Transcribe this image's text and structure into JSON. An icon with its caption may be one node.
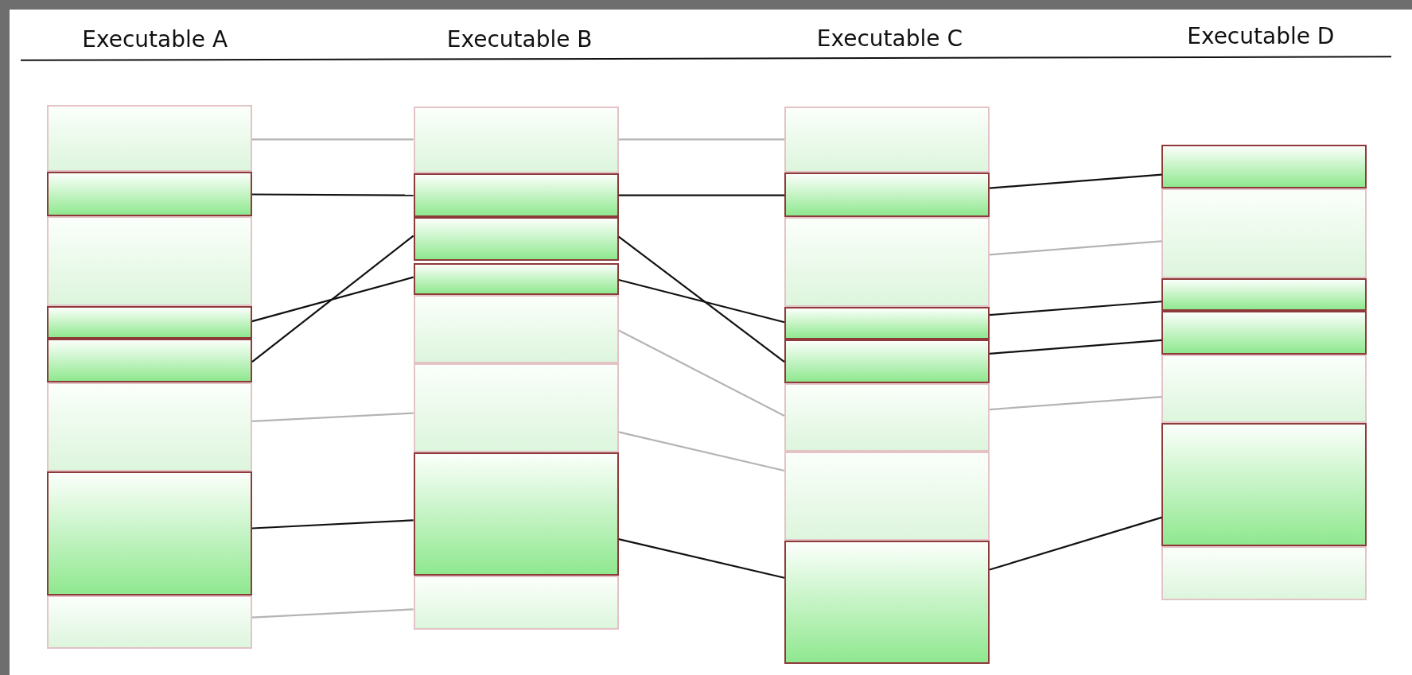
{
  "diagram": {
    "nodes": [
      {
        "text": [],
        "shape": "box"
      },
      {
        "text": [],
        "shape": "bar"
      },
      {
        "text": [],
        "shape": "box"
      },
      {
        "text": [],
        "shape": "bar"
      },
      {
        "text": [],
        "shape": "bar"
      },
      {
        "text": [],
        "shape": "box"
      },
      {
        "text": [],
        "shape": "bar"
      },
      {
        "text": [],
        "shape": "box"
      },
      {
        "text": [],
        "shape": "box"
      },
      {
        "text": [],
        "shape": "bar"
      },
      {
        "text": [],
        "shape": "bar"
      },
      {
        "text": [],
        "shape": "bar"
      },
      {
        "text": [],
        "shape": "box"
      },
      {
        "text": [],
        "shape": "box"
      },
      {
        "text": [],
        "shape": "bar"
      },
      {
        "text": [],
        "shape": "box"
      },
      {
        "text": [],
        "shape": "box"
      },
      {
        "text": [],
        "shape": "bar"
      },
      {
        "text": [],
        "shape": "box"
      },
      {
        "text": [],
        "shape": "bar"
      },
      {
        "text": [],
        "shape": "bar"
      },
      {
        "text": [],
        "shape": "box"
      },
      {
        "text": [],
        "shape": "box"
      },
      {
        "text": [],
        "shape": "bar"
      },
      {
        "text": [],
        "shape": "bar"
      },
      {
        "text": [],
        "shape": "box"
      },
      {
        "text": [],
        "shape": "bar"
      },
      {
        "text": [],
        "shape": "bar"
      },
      {
        "text": [],
        "shape": "box"
      },
      {
        "text": [],
        "shape": "bar"
      },
      {
        "text": [],
        "shape": "box"
      }
    ],
    "edges": [
      {
        "from": 0,
        "to": 8,
        "arrow": "none",
        "color": "#b4b4b4"
      },
      {
        "from": 1,
        "to": 9,
        "arrow": "none"
      },
      {
        "from": 3,
        "to": 11,
        "arrow": "none"
      },
      {
        "from": 4,
        "to": 10,
        "arrow": "none"
      },
      {
        "from": 5,
        "to": 13,
        "arrow": "none",
        "color": "#b4b4b4"
      },
      {
        "from": 6,
        "to": 14,
        "arrow": "none"
      },
      {
        "from": 7,
        "to": 15,
        "arrow": "none",
        "color": "#b4b4b4"
      },
      {
        "from": 8,
        "to": 16,
        "arrow": "none",
        "color": "#b4b4b4"
      },
      {
        "from": 9,
        "to": 17,
        "arrow": "none"
      },
      {
        "from": 10,
        "to": 20,
        "arrow": "none"
      },
      {
        "from": 11,
        "to": 19,
        "arrow": "none"
      },
      {
        "from": 12,
        "to": 21,
        "arrow": "none",
        "color": "#b4b4b4"
      },
      {
        "from": 13,
        "to": 22,
        "arrow": "none",
        "color": "#b4b4b4"
      },
      {
        "from": 14,
        "to": 23,
        "arrow": "none"
      },
      {
        "from": 17,
        "to": 24,
        "arrow": "none"
      },
      {
        "from": 18,
        "to": 25,
        "arrow": "none",
        "color": "#b4b4b4"
      },
      {
        "from": 19,
        "to": 26,
        "arrow": "none"
      },
      {
        "from": 20,
        "to": 27,
        "arrow": "none"
      },
      {
        "from": 21,
        "to": 28,
        "arrow": "none",
        "color": "#b4b4b4"
      },
      {
        "from": 23,
        "to": 29,
        "arrow": "none"
      }
    ],
    "labels": [
      "Executable A",
      "Executable B",
      "Executable C",
      "Executable D"
    ]
  }
}
